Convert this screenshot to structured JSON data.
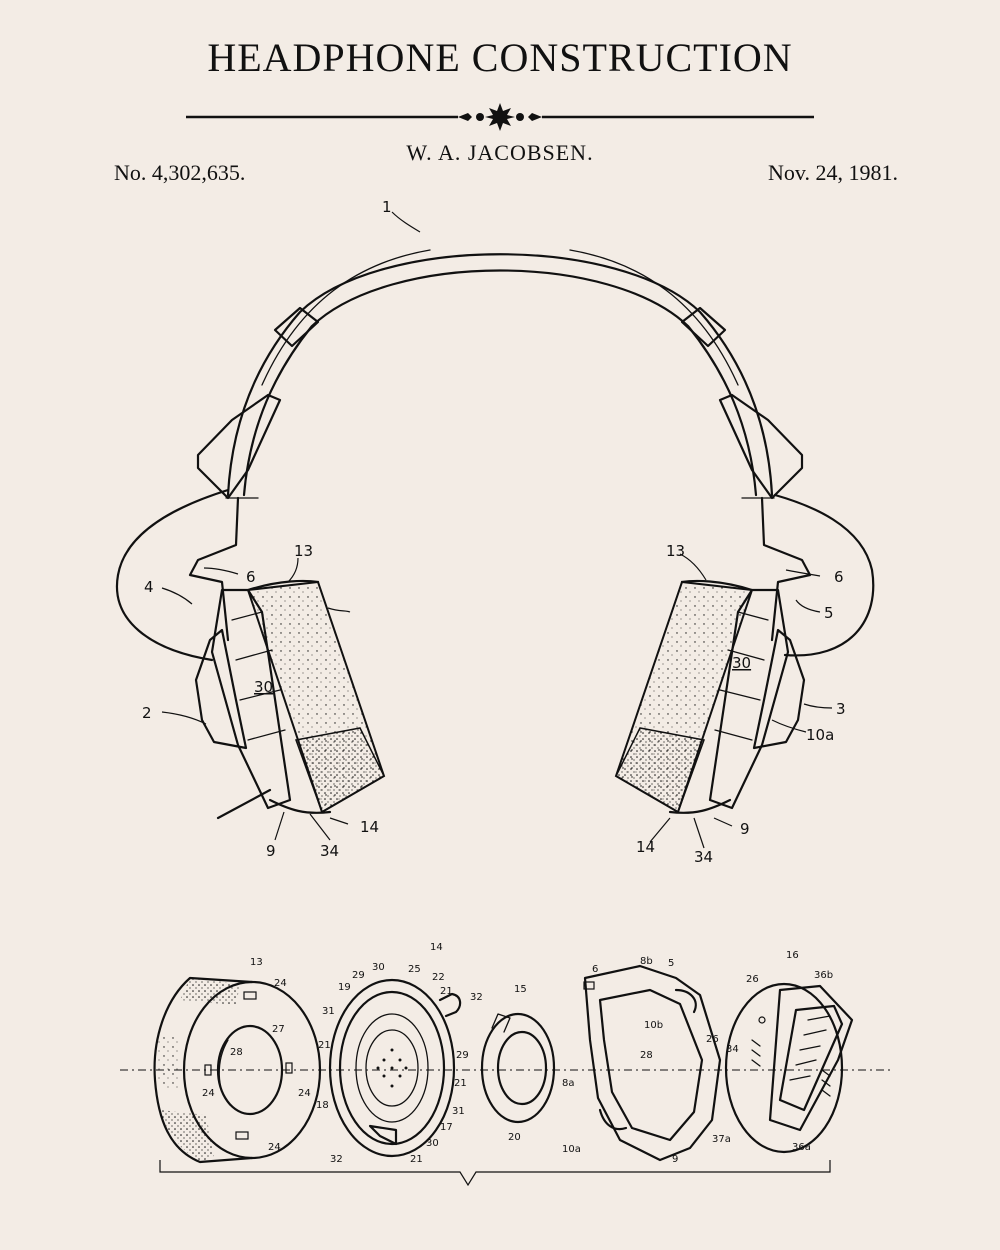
{
  "header": {
    "title": "HEADPHONE CONSTRUCTION",
    "inventor": "W. A. JACOBSEN.",
    "patent_number": "No. 4,302,635.",
    "date": "Nov. 24, 1981."
  },
  "figure1_labels": {
    "headband": "1",
    "left_cup": "2",
    "right_cup": "3",
    "left_wire": "4",
    "right_wire": "5",
    "left_clip": "6",
    "right_clip": "6",
    "left_cushion": "13",
    "right_cushion": "13",
    "left_housing": "30",
    "right_housing": "30",
    "left_ring": "14",
    "right_ring": "14",
    "left_cord": "9",
    "right_cord": "9",
    "left_base": "34",
    "right_base": "34",
    "right_bracket": "10a"
  },
  "figure2_labels": {
    "cushion": "13",
    "pad_a": "24",
    "pad_b": "24",
    "pad_c": "24",
    "pad_d": "24",
    "face": "27",
    "hole": "28",
    "assembly": "14",
    "l19": "19",
    "l29a": "29",
    "l30a": "30",
    "l25": "25",
    "l22": "22",
    "l21a": "21",
    "l32a": "32",
    "l31a": "31",
    "l21b": "21",
    "l29b": "29",
    "l18": "18",
    "l21c": "21",
    "l31b": "31",
    "l17": "17",
    "l32b": "32",
    "l21d": "21",
    "l30b": "30",
    "driver": "15",
    "driver_ring": "20",
    "frame": "5",
    "frame_6": "6",
    "frame_8b": "8b",
    "frame_10b": "10b",
    "frame_28": "28",
    "frame_8a": "8a",
    "frame_10a": "10a",
    "frame_9": "9",
    "frame_26": "26",
    "frame_34": "34",
    "back": "16",
    "back_26": "26",
    "back_36b": "36b",
    "back_37a": "37a",
    "back_36a": "36a"
  }
}
